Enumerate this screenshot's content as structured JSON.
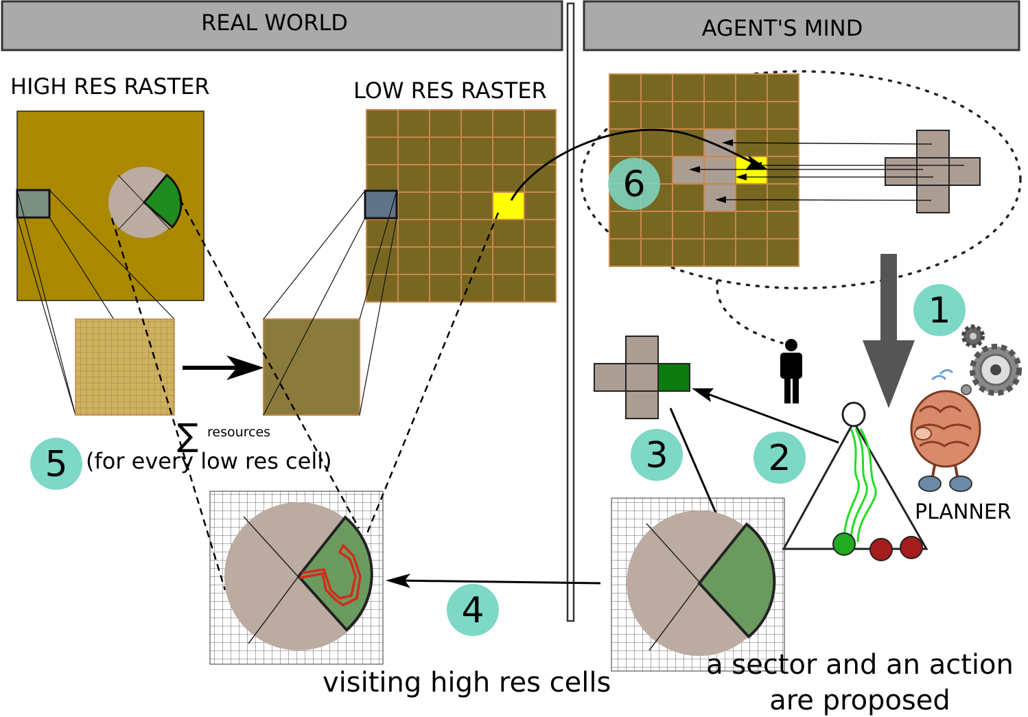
{
  "panels": {
    "left_header": "REAL WORLD",
    "right_header": "AGENT'S MIND"
  },
  "labels": {
    "high_res_raster": "HIGH RES RASTER",
    "low_res_raster": "LOW RES RASTER",
    "sum_symbol": "∑",
    "resources": "resources",
    "for_every_cell": "(for every low res cell)",
    "visiting": "visiting high res cells",
    "proposal_line1": "a sector and an action",
    "proposal_line2": "are proposed",
    "planner": "PLANNER"
  },
  "steps": [
    "1",
    "2",
    "3",
    "4",
    "5",
    "6"
  ],
  "colors": {
    "header_bg": "#aaaaaa",
    "step_circle": "#7dd8c6",
    "high_res_fill": "#aa8800",
    "low_res_cell": "#786721",
    "low_res_stroke": "#c8894b",
    "highlight_yellow": "#ffff00",
    "sector_green": "#6b9a5f",
    "bright_green": "#1e8c1e",
    "disk_grey": "#bcaba0",
    "cross_grey": "#ac9d93",
    "path_red": "#d42a1a",
    "tree_green": "#22dd22",
    "dark_red": "#a51d1d"
  },
  "icons": [
    "person-icon",
    "gear-icon",
    "brain-icon",
    "arrow-icon"
  ]
}
